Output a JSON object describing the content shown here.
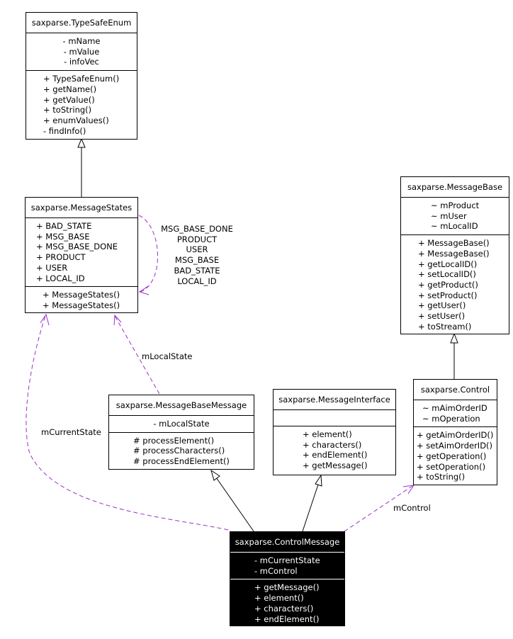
{
  "classes": {
    "typesafeenum": {
      "name": "saxparse.TypeSafeEnum",
      "attributes": [
        "- mName",
        "- mValue",
        "- infoVec"
      ],
      "methods": [
        "+ TypeSafeEnum()",
        "+ getName()",
        "+ getValue()",
        "+ toString()",
        "+ enumValues()",
        "- findInfo()"
      ]
    },
    "messagestates": {
      "name": "saxparse.MessageStates",
      "attributes": [
        "+ BAD_STATE",
        "+ MSG_BASE",
        "+ MSG_BASE_DONE",
        "+ PRODUCT",
        "+ USER",
        "+ LOCAL_ID"
      ],
      "methods": [
        "+ MessageStates()",
        "+ MessageStates()"
      ]
    },
    "messagebase": {
      "name": "saxparse.MessageBase",
      "attributes": [
        "~ mProduct",
        "~ mUser",
        "~ mLocalID"
      ],
      "methods": [
        "+ MessageBase()",
        "+ MessageBase()",
        "+ getLocalID()",
        "+ setLocalID()",
        "+ getProduct()",
        "+ setProduct()",
        "+ getUser()",
        "+ setUser()",
        "+ toStream()"
      ]
    },
    "messagebasemessage": {
      "name": "saxparse.MessageBaseMessage",
      "attributes": [
        "- mLocalState"
      ],
      "methods": [
        "# processElement()",
        "# processCharacters()",
        "# processEndElement()"
      ]
    },
    "messageinterface": {
      "name": "saxparse.MessageInterface",
      "attributes": [],
      "methods": [
        "+ element()",
        "+ characters()",
        "+ endElement()",
        "+ getMessage()"
      ]
    },
    "control": {
      "name": "saxparse.Control",
      "attributes": [
        "~ mAimOrderID",
        "~ mOperation"
      ],
      "methods": [
        "+ getAimOrderID()",
        "+ setAimOrderID()",
        "+ getOperation()",
        "+ setOperation()",
        "+ toString()"
      ]
    },
    "controlmessage": {
      "name": "saxparse.ControlMessage",
      "attributes": [
        "- mCurrentState",
        "- mControl"
      ],
      "methods": [
        "+ getMessage()",
        "+ element()",
        "+ characters()",
        "+ endElement()"
      ]
    }
  },
  "labels": {
    "self_assoc": [
      "MSG_BASE_DONE",
      "PRODUCT",
      "USER",
      "MSG_BASE",
      "BAD_STATE",
      "LOCAL_ID"
    ],
    "m_local_state": "mLocalState",
    "m_current_state": "mCurrentState",
    "m_control": "mControl"
  },
  "colors": {
    "dependency": "#9a30c8",
    "line": "#000000",
    "highlight_bg": "#000000",
    "highlight_fg": "#ffffff"
  }
}
